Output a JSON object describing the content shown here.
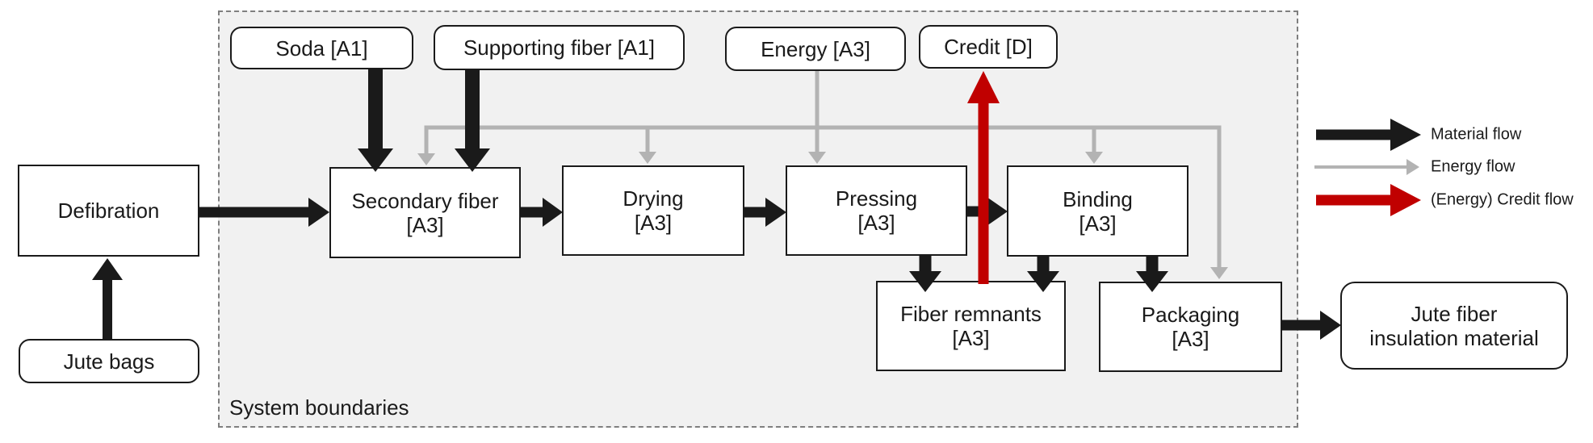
{
  "diagram": {
    "boundary": {
      "label": "System boundaries",
      "fill": "#f1f1f1",
      "border_color": "#7f7f7f"
    },
    "nodes": {
      "jute_bags": {
        "label": "Jute bags",
        "shape": "rounded"
      },
      "defibration": {
        "label": "Defibration",
        "shape": "rect"
      },
      "soda": {
        "label": "Soda [A1]",
        "shape": "rounded"
      },
      "supporting_fiber": {
        "label": "Supporting fiber [A1]",
        "shape": "rounded"
      },
      "energy": {
        "label": "Energy [A3]",
        "shape": "rounded"
      },
      "credit": {
        "label": "Credit [D]",
        "shape": "rounded"
      },
      "secondary_fiber": {
        "line1": "Secondary fiber",
        "line2": "[A3]",
        "shape": "rect"
      },
      "drying": {
        "line1": "Drying",
        "line2": "[A3]",
        "shape": "rect"
      },
      "pressing": {
        "line1": "Pressing",
        "line2": "[A3]",
        "shape": "rect"
      },
      "binding": {
        "line1": "Binding",
        "line2": "[A3]",
        "shape": "rect"
      },
      "fiber_remnants": {
        "line1": "Fiber remnants",
        "line2": "[A3]",
        "shape": "rect"
      },
      "packaging": {
        "line1": "Packaging",
        "line2": "[A3]",
        "shape": "rect"
      },
      "output": {
        "line1": "Jute fiber",
        "line2": "insulation material",
        "shape": "rounded"
      }
    },
    "flows": [
      {
        "from": "jute_bags",
        "to": "defibration",
        "type": "material"
      },
      {
        "from": "defibration",
        "to": "secondary_fiber",
        "type": "material"
      },
      {
        "from": "soda",
        "to": "secondary_fiber",
        "type": "material"
      },
      {
        "from": "supporting_fiber",
        "to": "secondary_fiber",
        "type": "material"
      },
      {
        "from": "secondary_fiber",
        "to": "drying",
        "type": "material"
      },
      {
        "from": "drying",
        "to": "pressing",
        "type": "material"
      },
      {
        "from": "pressing",
        "to": "binding",
        "type": "material"
      },
      {
        "from": "pressing",
        "to": "fiber_remnants",
        "type": "material"
      },
      {
        "from": "binding",
        "to": "fiber_remnants",
        "type": "material"
      },
      {
        "from": "binding",
        "to": "packaging",
        "type": "material"
      },
      {
        "from": "packaging",
        "to": "output",
        "type": "material"
      },
      {
        "from": "energy",
        "to": "secondary_fiber",
        "type": "energy"
      },
      {
        "from": "energy",
        "to": "drying",
        "type": "energy"
      },
      {
        "from": "energy",
        "to": "pressing",
        "type": "energy"
      },
      {
        "from": "energy",
        "to": "binding",
        "type": "energy"
      },
      {
        "from": "energy",
        "to": "packaging",
        "type": "energy"
      },
      {
        "from": "fiber_remnants",
        "to": "credit",
        "type": "credit"
      }
    ],
    "legend": [
      {
        "label": "Material flow",
        "color": "#1a1a1a"
      },
      {
        "label": "Energy flow",
        "color": "#b3b3b3"
      },
      {
        "label": "(Energy) Credit flow",
        "color": "#c00000"
      }
    ],
    "colors": {
      "material_flow": "#1a1a1a",
      "energy_flow": "#b3b3b3",
      "credit_flow": "#c00000"
    }
  }
}
